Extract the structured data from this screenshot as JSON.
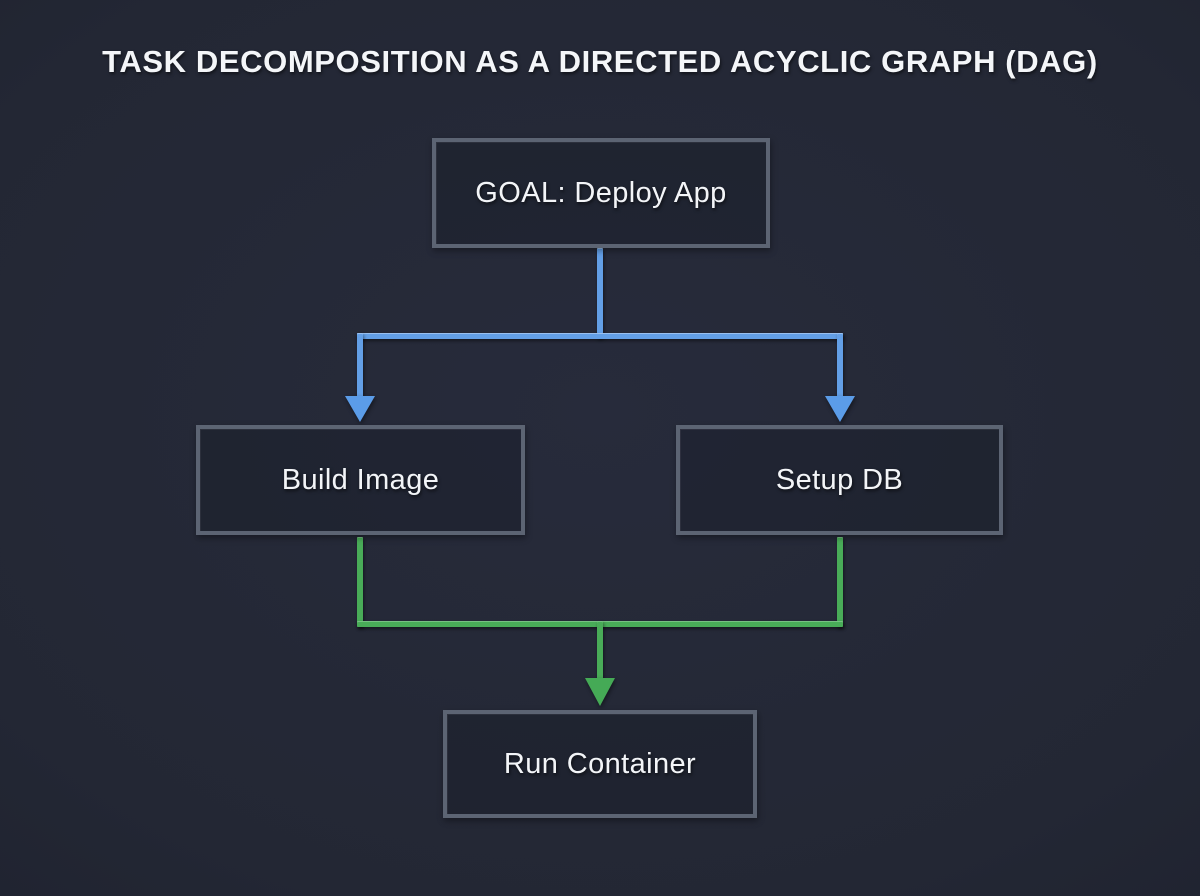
{
  "diagram": {
    "title": "TASK DECOMPOSITION AS A DIRECTED ACYCLIC GRAPH (DAG)",
    "nodes": {
      "goal": {
        "label": "GOAL: Deploy App"
      },
      "build": {
        "label": "Build Image"
      },
      "setup": {
        "label": "Setup DB"
      },
      "run": {
        "label": "Run Container"
      }
    },
    "edges": [
      {
        "from": "GOAL: Deploy App",
        "to": "Build Image",
        "color": "#639fe6"
      },
      {
        "from": "GOAL: Deploy App",
        "to": "Setup DB",
        "color": "#639fe6"
      },
      {
        "from": "Build Image",
        "to": "Run Container",
        "color": "#49ac58"
      },
      {
        "from": "Setup DB",
        "to": "Run Container",
        "color": "#49ac58"
      }
    ],
    "colors": {
      "background": "#232734",
      "node_border": "#5c6473",
      "text": "#f3f5f8",
      "edge_fork_blue": "#639fe6",
      "edge_join_green": "#49ac58"
    }
  }
}
